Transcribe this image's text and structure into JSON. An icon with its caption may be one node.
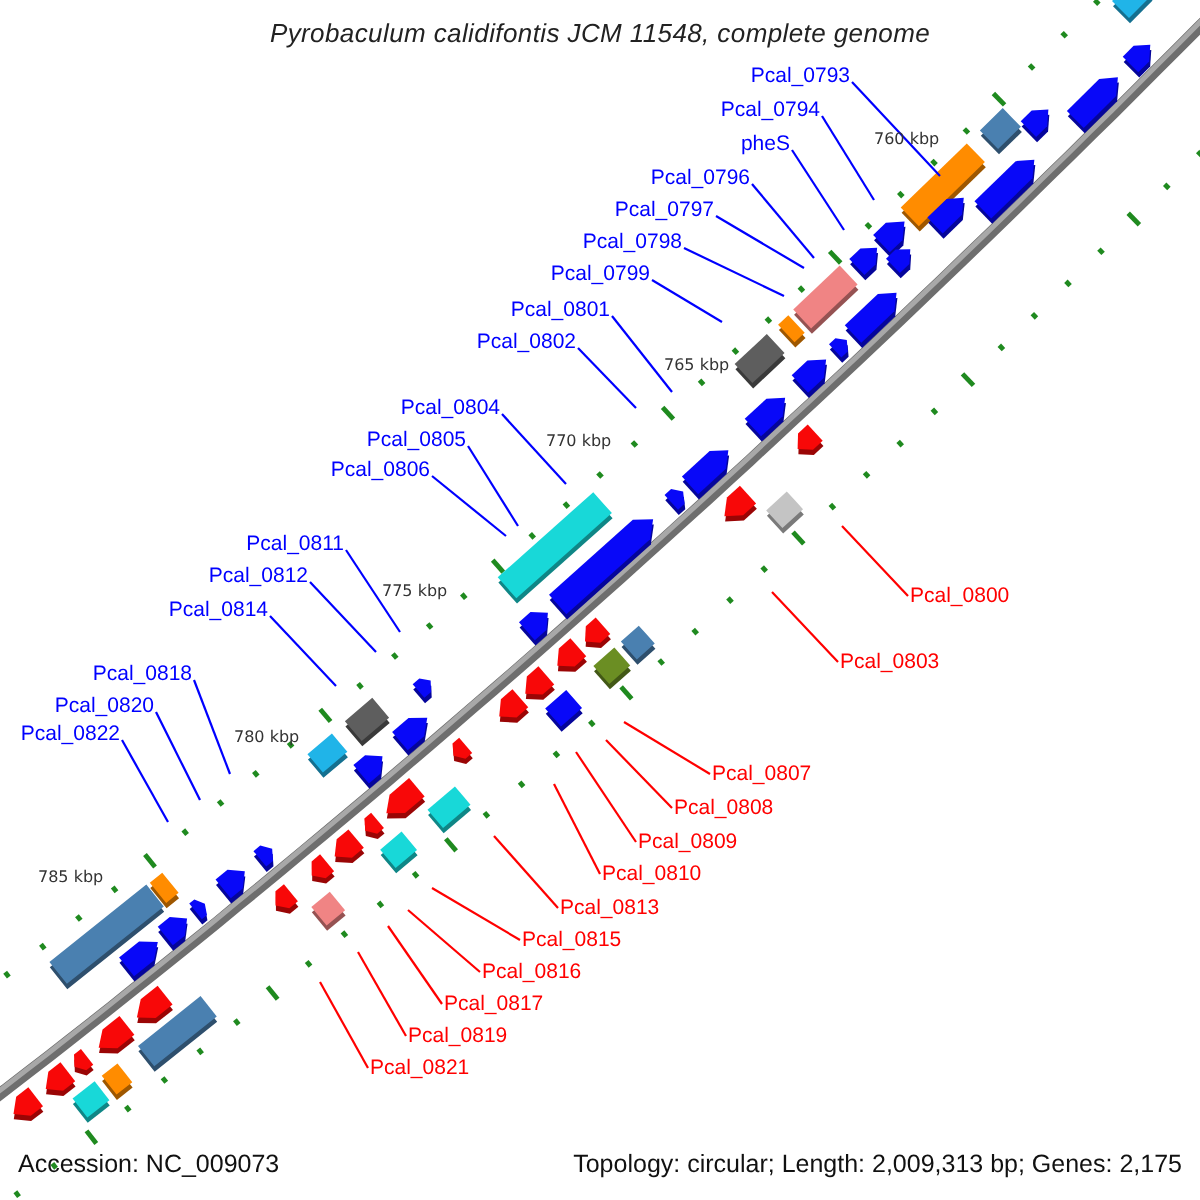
{
  "diagram": {
    "title": "Pyrobaculum calidifontis JCM 11548, complete genome",
    "nodes": [
      {
        "text": [
          "Pcal_0793"
        ]
      },
      {
        "text": [
          "Pcal_0794"
        ]
      },
      {
        "text": [
          "pheS"
        ]
      },
      {
        "text": [
          "Pcal_0796"
        ]
      },
      {
        "text": [
          "Pcal_0797"
        ]
      },
      {
        "text": [
          "Pcal_0798"
        ]
      },
      {
        "text": [
          "Pcal_0799"
        ]
      },
      {
        "text": [
          "Pcal_0801"
        ]
      },
      {
        "text": [
          "Pcal_0802"
        ]
      },
      {
        "text": [
          "Pcal_0804"
        ]
      },
      {
        "text": [
          "Pcal_0805"
        ]
      },
      {
        "text": [
          "Pcal_0806"
        ]
      },
      {
        "text": [
          "Pcal_0811"
        ]
      },
      {
        "text": [
          "Pcal_0812"
        ]
      },
      {
        "text": [
          "Pcal_0814"
        ]
      },
      {
        "text": [
          "Pcal_0818"
        ]
      },
      {
        "text": [
          "Pcal_0820"
        ]
      },
      {
        "text": [
          "Pcal_0822"
        ]
      },
      {
        "text": [
          "Pcal_0800"
        ]
      },
      {
        "text": [
          "Pcal_0803"
        ]
      },
      {
        "text": [
          "Pcal_0807"
        ]
      },
      {
        "text": [
          "Pcal_0808"
        ]
      },
      {
        "text": [
          "Pcal_0809"
        ]
      },
      {
        "text": [
          "Pcal_0810"
        ]
      },
      {
        "text": [
          "Pcal_0813"
        ]
      },
      {
        "text": [
          "Pcal_0815"
        ]
      },
      {
        "text": [
          "Pcal_0816"
        ]
      },
      {
        "text": [
          "Pcal_0817"
        ]
      },
      {
        "text": [
          "Pcal_0819"
        ]
      },
      {
        "text": [
          "Pcal_0821"
        ]
      }
    ],
    "edges": [
      {
        "from": 0,
        "to": null,
        "arrow": "none"
      },
      {
        "from": 1,
        "to": null,
        "arrow": "none"
      },
      {
        "from": 2,
        "to": null,
        "arrow": "none"
      },
      {
        "from": 3,
        "to": null,
        "arrow": "none"
      },
      {
        "from": 4,
        "to": null,
        "arrow": "none"
      },
      {
        "from": 5,
        "to": null,
        "arrow": "none"
      },
      {
        "from": 6,
        "to": null,
        "arrow": "none"
      },
      {
        "from": 7,
        "to": null,
        "arrow": "none"
      },
      {
        "from": 8,
        "to": null,
        "arrow": "none"
      },
      {
        "from": 9,
        "to": null,
        "arrow": "none"
      },
      {
        "from": 10,
        "to": null,
        "arrow": "none"
      },
      {
        "from": 11,
        "to": null,
        "arrow": "none"
      },
      {
        "from": 12,
        "to": null,
        "arrow": "none"
      },
      {
        "from": 13,
        "to": null,
        "arrow": "none"
      },
      {
        "from": 14,
        "to": null,
        "arrow": "none"
      },
      {
        "from": 15,
        "to": null,
        "arrow": "none"
      },
      {
        "from": 16,
        "to": null,
        "arrow": "none"
      },
      {
        "from": 17,
        "to": null,
        "arrow": "none"
      },
      {
        "from": 18,
        "to": null,
        "arrow": "none",
        "color": "#ff0000"
      },
      {
        "from": 19,
        "to": null,
        "arrow": "none",
        "color": "#ff0000"
      },
      {
        "from": 20,
        "to": null,
        "arrow": "none",
        "color": "#ff0000"
      },
      {
        "from": 21,
        "to": null,
        "arrow": "none",
        "color": "#ff0000"
      },
      {
        "from": 22,
        "to": null,
        "arrow": "none",
        "color": "#ff0000"
      },
      {
        "from": 23,
        "to": null,
        "arrow": "none",
        "color": "#ff0000"
      },
      {
        "from": 24,
        "to": null,
        "arrow": "none",
        "color": "#ff0000"
      },
      {
        "from": 25,
        "to": null,
        "arrow": "none",
        "color": "#ff0000"
      },
      {
        "from": 26,
        "to": null,
        "arrow": "none",
        "color": "#ff0000"
      },
      {
        "from": 27,
        "to": null,
        "arrow": "none",
        "color": "#ff0000"
      },
      {
        "from": 28,
        "to": null,
        "arrow": "none",
        "color": "#ff0000"
      },
      {
        "from": 29,
        "to": null,
        "arrow": "none",
        "color": "#ff0000"
      }
    ],
    "labels": [
      "760 kbp",
      "765 kbp",
      "770 kbp",
      "775 kbp",
      "780 kbp",
      "785 kbp",
      "Accession: NC_009073",
      "Topology: circular; Length: 2,009,313 bp; Genes: 2,175"
    ]
  }
}
